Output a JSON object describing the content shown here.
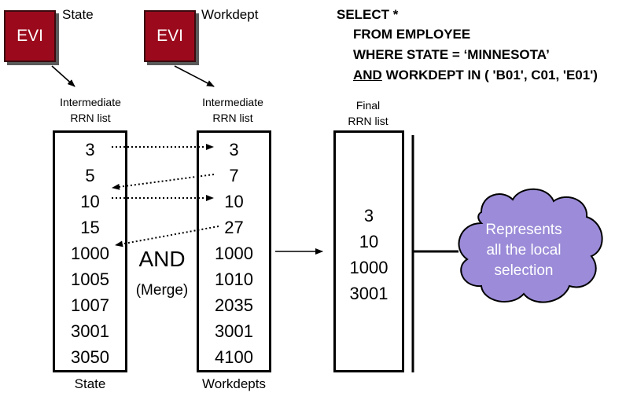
{
  "state_index": {
    "badge": "EVI",
    "label": "State"
  },
  "workdept_index": {
    "badge": "EVI",
    "label": "Workdept"
  },
  "sql": {
    "line1": "SELECT *",
    "line2": "FROM EMPLOYEE",
    "line3": "WHERE STATE = ‘MINNESOTA’",
    "line4_and": "AND",
    "line4_rest": " WORKDEPT IN ( 'B01', C01, 'E01')"
  },
  "left_list": {
    "caption1": "Intermediate",
    "caption2": "RRN list",
    "values": [
      "3",
      "5",
      "10",
      "15",
      "1000",
      "1005",
      "1007",
      "3001",
      "3050"
    ],
    "footer": "State"
  },
  "middle_list": {
    "caption1": "Intermediate",
    "caption2": "RRN list",
    "values": [
      "3",
      "7",
      "10",
      "27",
      "1000",
      "1010",
      "2035",
      "3001",
      "4100"
    ],
    "footer": "Workdepts"
  },
  "merge": {
    "op": "AND",
    "note": "(Merge)"
  },
  "final_list": {
    "caption1": "Final",
    "caption2": "RRN list",
    "values": [
      "3",
      "10",
      "1000",
      "3001"
    ]
  },
  "cloud": {
    "line1": "Represents",
    "line2": "all the local",
    "line3": "selection",
    "fill": "#9b8bd8"
  },
  "colors": {
    "evi_fill": "#9b0a1c",
    "evi_text": "#ffffff"
  }
}
